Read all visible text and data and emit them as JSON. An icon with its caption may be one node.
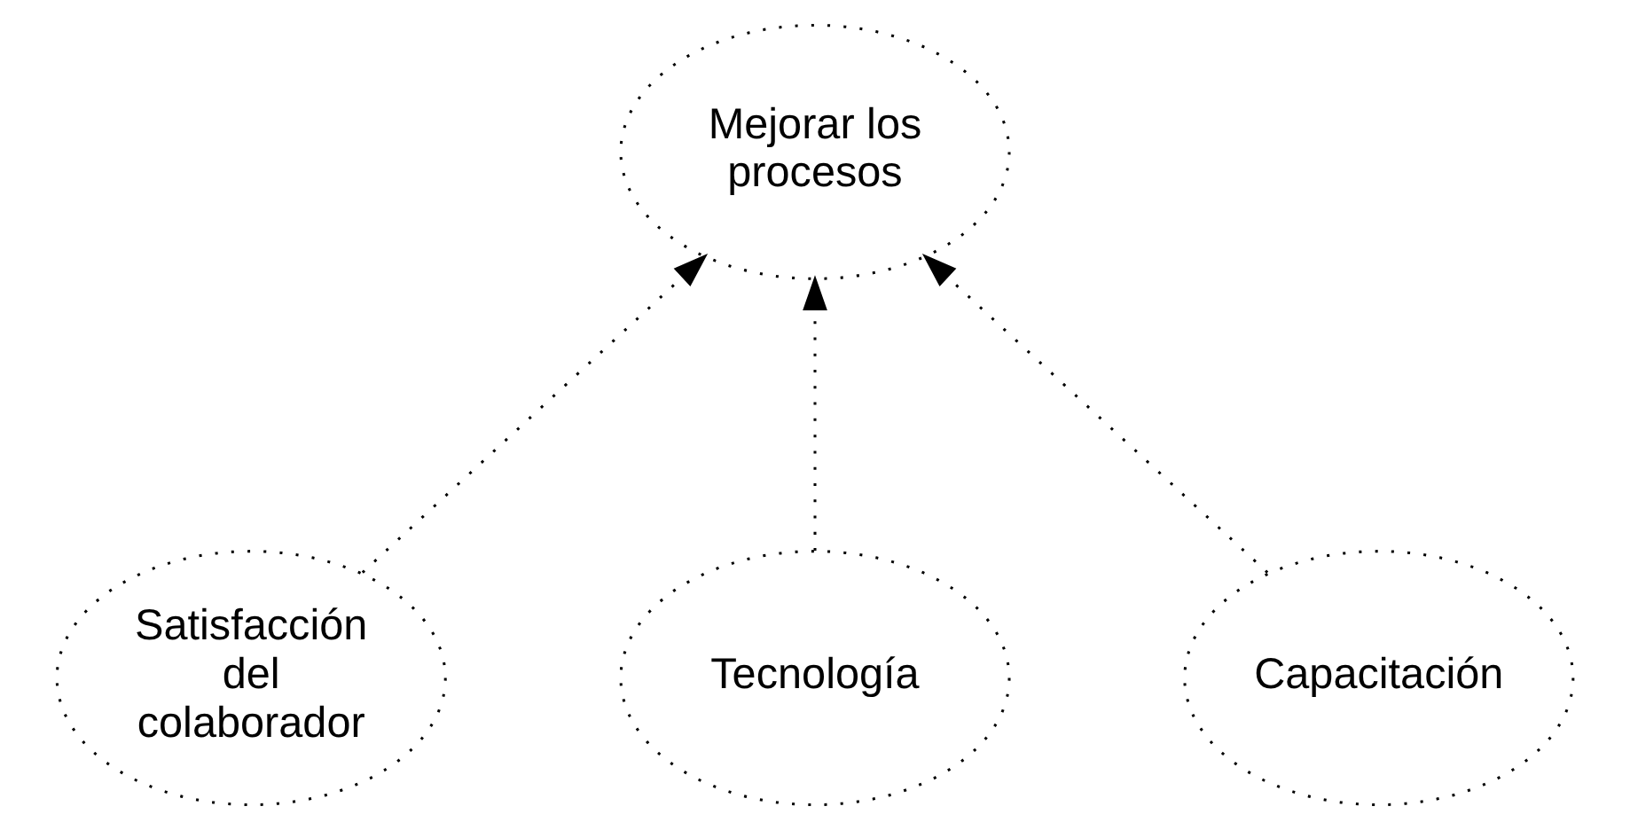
{
  "diagram": {
    "nodes": [
      {
        "text": [
          "Mejorar los procesos"
        ]
      },
      {
        "text": [
          "Satisfacción del colaborador"
        ]
      },
      {
        "text": [
          "Tecnología"
        ]
      },
      {
        "text": [
          "Capacitación"
        ]
      }
    ],
    "edges": [
      {
        "from": 1,
        "to": 0,
        "arrow": "to"
      },
      {
        "from": 2,
        "to": 0,
        "arrow": "to"
      },
      {
        "from": 3,
        "to": 0,
        "arrow": "to"
      }
    ]
  }
}
